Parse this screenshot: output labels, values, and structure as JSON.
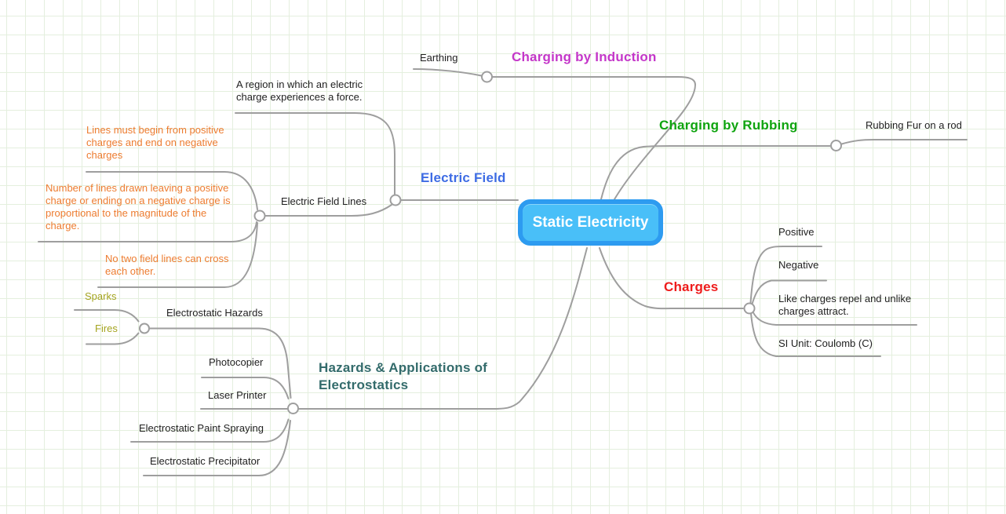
{
  "colors": {
    "connector_gray": "#9e9e9e",
    "grid_green": "#e4efde",
    "root_fill": "#49bff8",
    "root_border": "#2d9bf0",
    "root_text": "#ffffff",
    "induction_magenta": "#c437c9",
    "rubbing_green": "#0fa40f",
    "field_blue": "#3e6ce4",
    "charges_red": "#ee1c1c",
    "hazards_teal": "#336b6b",
    "field_notes_orange": "#ed7c30",
    "hazard_items_olive": "#a4a41f",
    "plain_text": "#1f1f1f"
  },
  "root": {
    "label": "Static Electricity"
  },
  "branches": {
    "induction": {
      "title": "Charging by Induction",
      "children": {
        "earthing": "Earthing"
      }
    },
    "rubbing": {
      "title": "Charging by Rubbing",
      "children": {
        "fur": "Rubbing Fur on a rod"
      }
    },
    "electric_field": {
      "title": "Electric Field",
      "definition": "A region in which an electric\ncharge experiences a force.",
      "field_lines": {
        "label": "Electric Field Lines",
        "notes": {
          "begin_end": "Lines must begin from positive\ncharges and end on negative\ncharges",
          "proportional": "Number of lines drawn leaving a positive\ncharge or ending on a negative charge is\nproportional to the magnitude of the\ncharge.",
          "no_cross": "No two field lines can cross\neach other."
        }
      }
    },
    "charges": {
      "title": "Charges",
      "children": {
        "positive": "Positive",
        "negative": "Negative",
        "repel": "Like charges repel and unlike\ncharges attract.",
        "si_unit": "SI Unit: Coulomb (C)"
      }
    },
    "hazards": {
      "title": "Hazards & Applications of\nElectrostatics",
      "hazards_node": {
        "label": "Electrostatic Hazards",
        "children": {
          "sparks": "Sparks",
          "fires": "Fires"
        }
      },
      "applications": {
        "photocopier": "Photocopier",
        "laser_printer": "Laser Printer",
        "paint_spraying": "Electrostatic Paint Spraying",
        "precipitator": "Electrostatic Precipitator"
      }
    }
  }
}
